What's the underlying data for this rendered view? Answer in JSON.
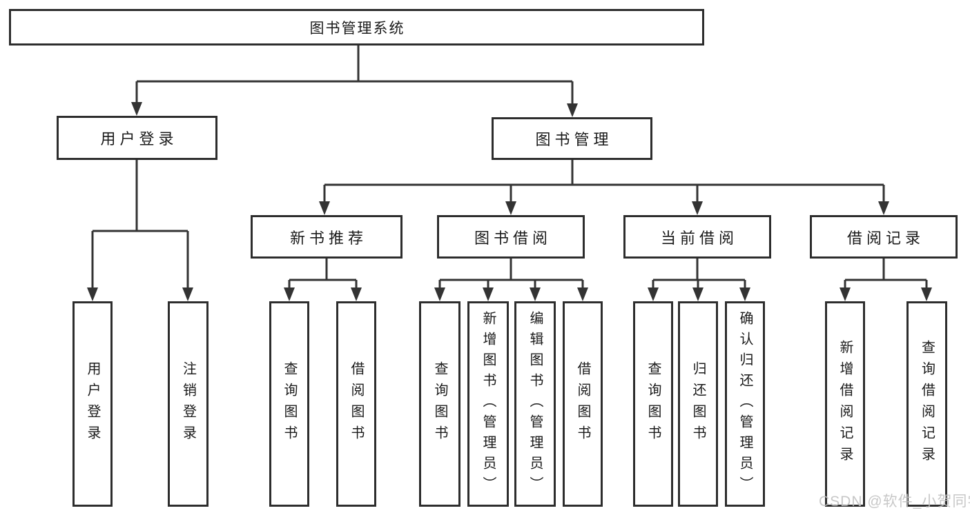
{
  "tree": {
    "root": {
      "label": "图书管理系统"
    },
    "branches": [
      {
        "label": "用户登录",
        "leaves": [
          {
            "label": "用户登录"
          },
          {
            "label": "注销登录"
          }
        ]
      },
      {
        "label": "图书管理",
        "groups": [
          {
            "label": "新书推荐",
            "leaves": [
              {
                "label": "查询图书"
              },
              {
                "label": "借阅图书"
              }
            ]
          },
          {
            "label": "图书借阅",
            "leaves": [
              {
                "label": "查询图书"
              },
              {
                "label": "新增图书（管理员）"
              },
              {
                "label": "编辑图书（管理员）"
              },
              {
                "label": "借阅图书"
              }
            ]
          },
          {
            "label": "当前借阅",
            "leaves": [
              {
                "label": "查询图书"
              },
              {
                "label": "归还图书"
              },
              {
                "label": "确认归还（管理员）"
              }
            ]
          },
          {
            "label": "借阅记录",
            "leaves": [
              {
                "label": "新增借阅记录"
              },
              {
                "label": "查询借阅记录"
              }
            ]
          }
        ]
      }
    ]
  },
  "watermark": {
    "text": "CSDN @软件_小贺同学"
  },
  "colors": {
    "line": "#333333",
    "border": "#2d2d2d",
    "text": "#1a1a1a",
    "watermark": "#c2c2c2",
    "background": "#ffffff"
  }
}
